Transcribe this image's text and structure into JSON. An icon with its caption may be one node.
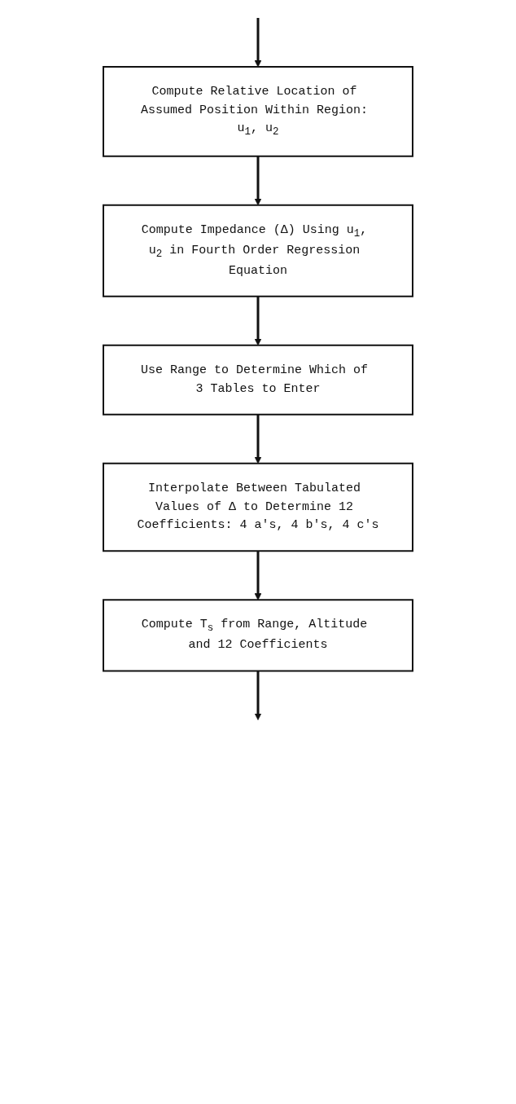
{
  "diagram": {
    "nodes": [
      {
        "text": [
          "Compute Relative Location of Assumed Position Within Region: u$_{1}$, u$_{2}$"
        ]
      },
      {
        "text": [
          "Compute Impedance (Δ) Using u$_{1}$, u$_{2}$ in Fourth Order Regression Equation"
        ]
      },
      {
        "text": [
          "Use Range to Determine Which of 3 Tables to Enter"
        ]
      },
      {
        "text": [
          "Interpolate Between Tabulated Values of Δ to Determine 12 Coefficients: 4 a's, 4 b's, 4 c's"
        ]
      },
      {
        "text": [
          "Compute T$_{s}$ from Range, Altitude and 12 Coefficients"
        ]
      }
    ],
    "edges": [
      {
        "from": null,
        "to": 0,
        "arrow": "to"
      },
      {
        "from": 0,
        "to": 1,
        "arrow": "to"
      },
      {
        "from": 1,
        "to": 2,
        "arrow": "to"
      },
      {
        "from": 2,
        "to": 3,
        "arrow": "to"
      },
      {
        "from": 3,
        "to": 4,
        "arrow": "to"
      },
      {
        "from": 4,
        "to": null,
        "arrow": "to"
      }
    ]
  }
}
